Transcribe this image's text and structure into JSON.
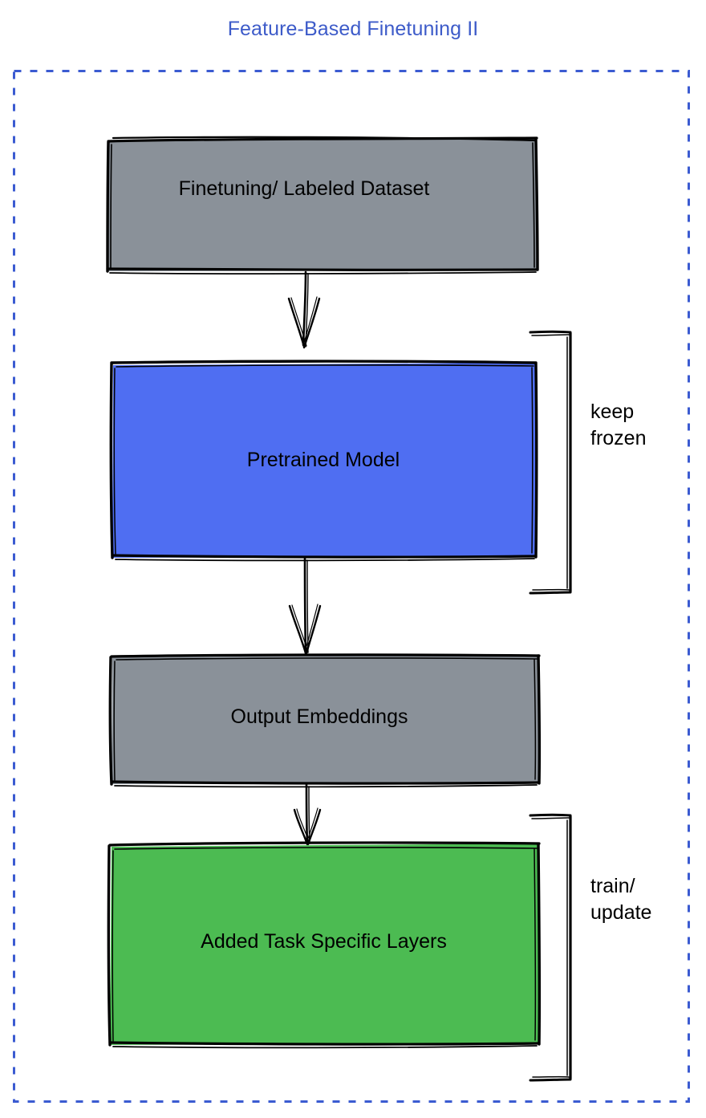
{
  "title": {
    "text": "Feature-Based Finetuning II",
    "color": "#3d5bc9"
  },
  "container": {
    "border_style": "dashed",
    "border_color": "#3b5bd1"
  },
  "nodes": [
    {
      "id": "finetuning-dataset",
      "label": "Finetuning/ Labeled Dataset",
      "fill": "#8a9199",
      "stroke": "#000000"
    },
    {
      "id": "pretrained-model",
      "label": "Pretrained Model",
      "fill": "#4f6ef2",
      "stroke": "#000000"
    },
    {
      "id": "output-embeddings",
      "label": "Output Embeddings",
      "fill": "#8a9199",
      "stroke": "#000000"
    },
    {
      "id": "added-task-specific-layers",
      "label": "Added Task Specific Layers",
      "fill": "#4cbb52",
      "stroke": "#000000"
    }
  ],
  "annotations": [
    {
      "id": "keep-frozen",
      "label": "keep\nfrozen",
      "target": "pretrained-model"
    },
    {
      "id": "train-update",
      "label": "train/\nupdate",
      "target": "added-task-specific-layers"
    }
  ],
  "edges": [
    {
      "from": "finetuning-dataset",
      "to": "pretrained-model",
      "style": "arrow"
    },
    {
      "from": "pretrained-model",
      "to": "output-embeddings",
      "style": "arrow"
    },
    {
      "from": "output-embeddings",
      "to": "added-task-specific-layers",
      "style": "arrow"
    }
  ]
}
